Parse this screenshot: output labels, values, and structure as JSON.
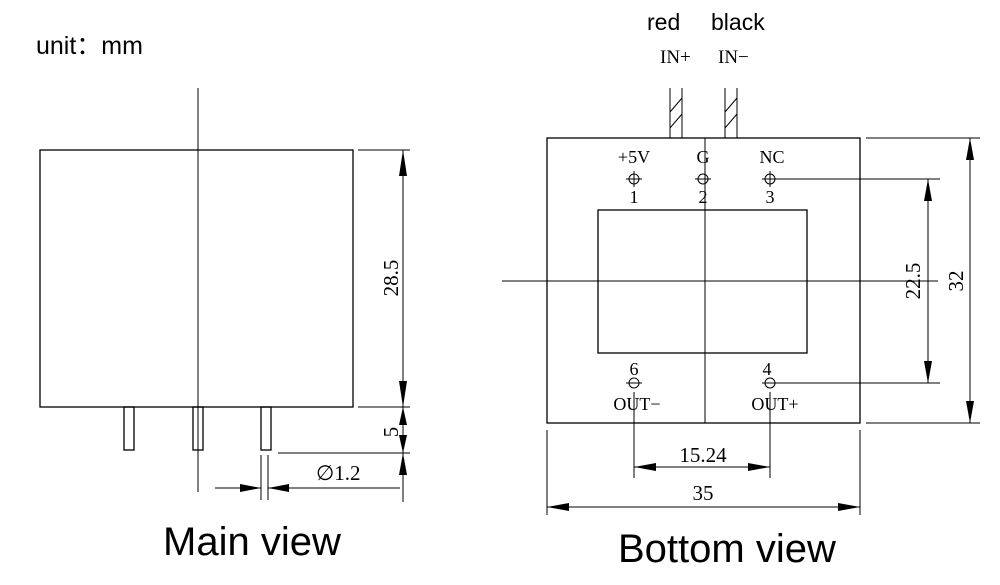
{
  "unit_label": "unit：mm",
  "main_view": {
    "caption": "Main view",
    "dim_height": "28.5",
    "dim_pin_length": "5",
    "dim_pin_diameter": "∅1.2"
  },
  "bottom_view": {
    "caption": "Bottom view",
    "wire_colors": {
      "left": "red",
      "right": "black"
    },
    "wire_labels": {
      "left": "IN+",
      "right": "IN−"
    },
    "pins_top": [
      {
        "name": "+5V",
        "number": "1"
      },
      {
        "name": "G",
        "number": "2"
      },
      {
        "name": "NC",
        "number": "3"
      }
    ],
    "pins_bottom": [
      {
        "name": "OUT−",
        "number": "6"
      },
      {
        "name": "OUT+",
        "number": "4"
      }
    ],
    "dim_pin_row_spacing": "22.5",
    "dim_height": "32",
    "dim_pin_col_spacing": "15.24",
    "dim_width": "35"
  }
}
